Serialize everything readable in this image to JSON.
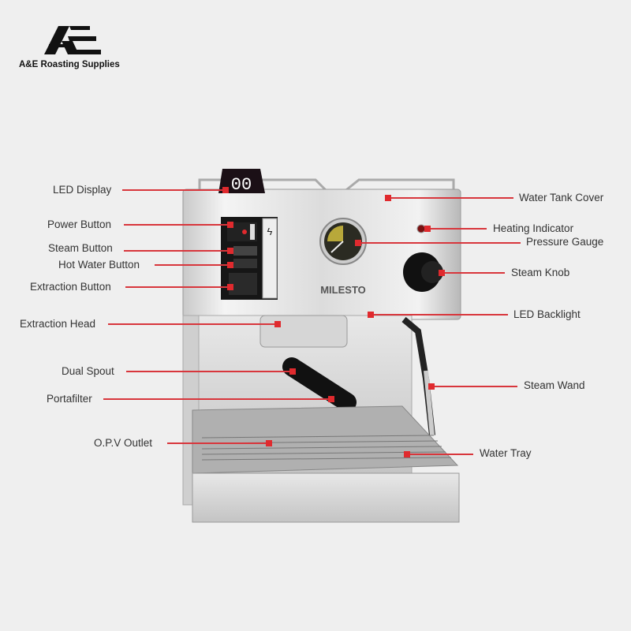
{
  "brand": {
    "name": "A&E Roasting Supplies",
    "logo_icon": "ae-monogram-icon"
  },
  "machine": {
    "brand_mark": "MILESTO",
    "led_display_value": "00"
  },
  "accent_color": "#d8363c",
  "callouts": {
    "left": [
      {
        "id": "led-display",
        "label": "LED Display"
      },
      {
        "id": "power-button",
        "label": "Power Button"
      },
      {
        "id": "steam-button",
        "label": "Steam Button"
      },
      {
        "id": "hot-water-button",
        "label": "Hot Water Button"
      },
      {
        "id": "extraction-button",
        "label": "Extraction Button"
      },
      {
        "id": "extraction-head",
        "label": "Extraction Head"
      },
      {
        "id": "dual-spout",
        "label": "Dual Spout"
      },
      {
        "id": "portafilter",
        "label": "Portafilter"
      },
      {
        "id": "opv-outlet",
        "label": "O.P.V Outlet"
      }
    ],
    "right": [
      {
        "id": "water-tank-cover",
        "label": "Water Tank Cover"
      },
      {
        "id": "heating-indicator",
        "label": "Heating Indicator"
      },
      {
        "id": "pressure-gauge",
        "label": "Pressure Gauge"
      },
      {
        "id": "steam-knob",
        "label": "Steam Knob"
      },
      {
        "id": "led-backlight",
        "label": "LED Backlight"
      },
      {
        "id": "steam-wand",
        "label": "Steam Wand"
      },
      {
        "id": "water-tray",
        "label": "Water Tray"
      }
    ]
  }
}
